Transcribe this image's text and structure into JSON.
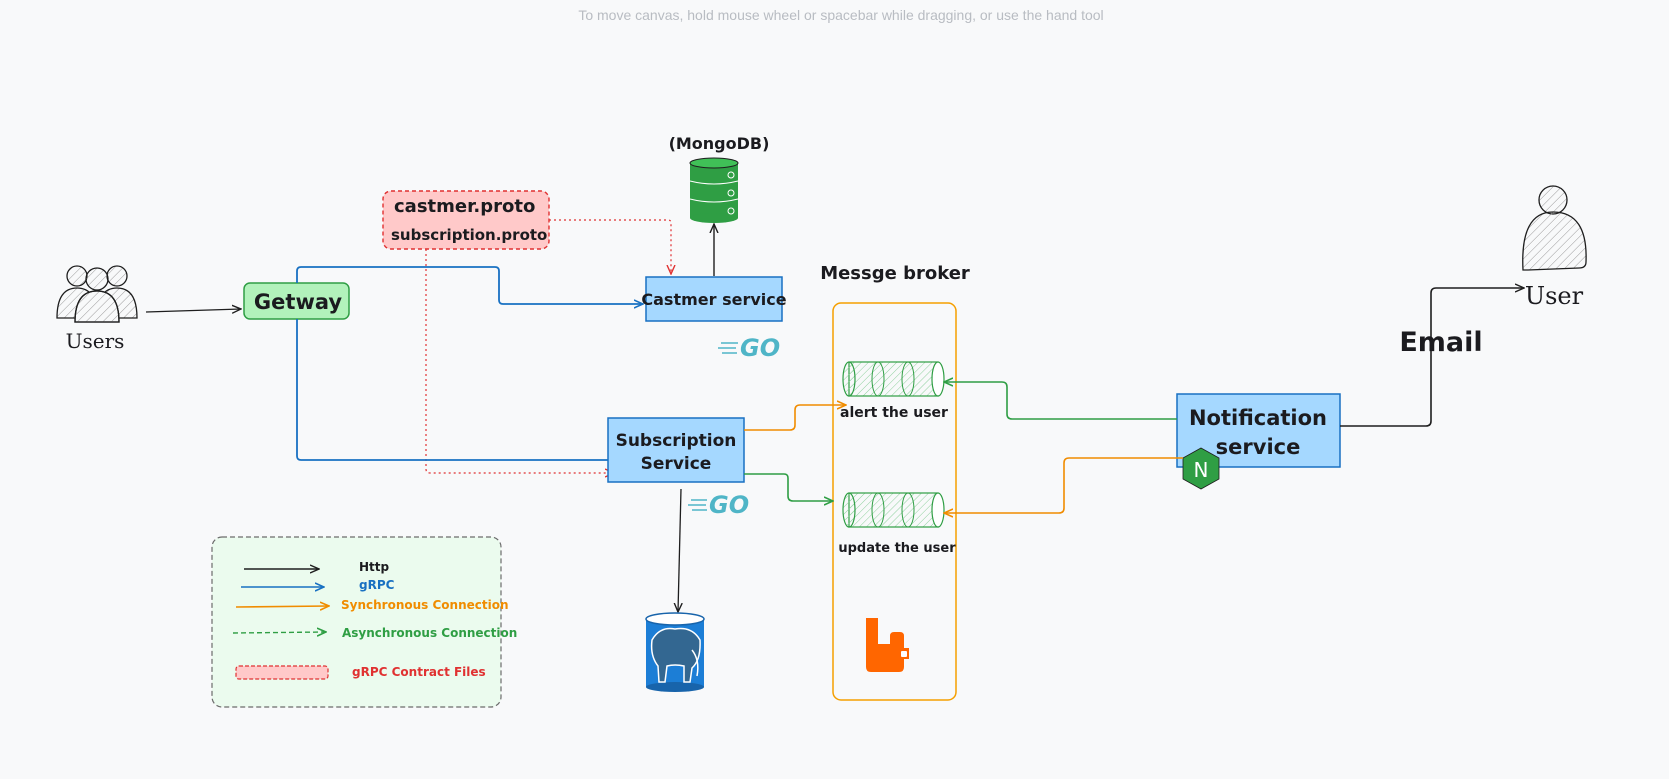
{
  "hint": "To move canvas, hold mouse wheel or spacebar while dragging, or use the hand tool",
  "nodes": {
    "users": "Users",
    "gateway": "Getway",
    "customer_service": "Castmer service",
    "subscription_service_line1": "Subscription",
    "subscription_service_line2": "Service",
    "mongodb": "(MongoDB)",
    "proto_line1": "castmer.proto",
    "proto_line2": "subscription.proto",
    "message_broker": "Messge broker",
    "queue_alert": "alert the user",
    "queue_update": "update the user",
    "notification_line1": "Notification",
    "notification_line2": "service",
    "user": "User",
    "email": "Email",
    "go_logo": "GO",
    "nginx_logo": "N"
  },
  "legend": {
    "http": "Http",
    "grpc": "gRPC",
    "sync": "Synchronous Connection",
    "async": "Asynchronous Connection",
    "contract": "gRPC Contract Files"
  },
  "colors": {
    "service_fill": "#a5d8ff",
    "service_stroke": "#1971c2",
    "gateway_fill": "#b2f2bb",
    "gateway_stroke": "#2f9e44",
    "proto_fill": "#ffc9c9",
    "proto_stroke": "#e03131",
    "http": "#1e1e1e",
    "grpc": "#1971c2",
    "sync": "#f08c00",
    "async": "#2f9e44",
    "broker_border": "#f59f00",
    "legend_fill": "#ebfbee",
    "go_color": "#4fb5c7"
  }
}
